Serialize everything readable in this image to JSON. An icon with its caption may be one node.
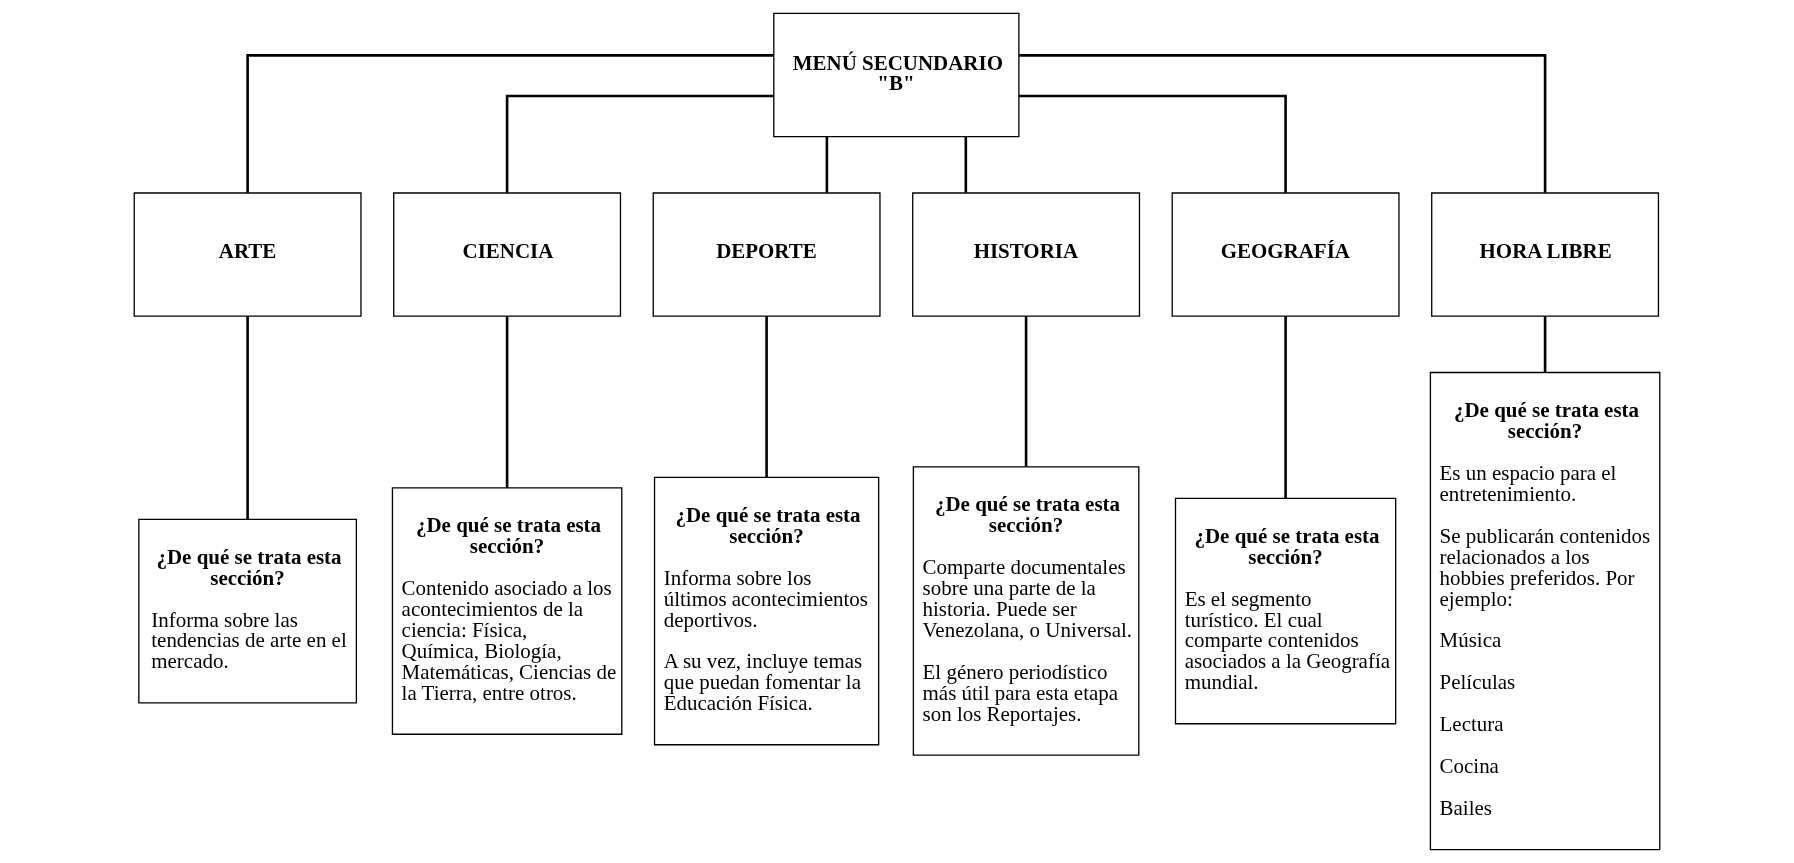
{
  "diagram": {
    "nodes": [
      {
        "text": [
          "MENÚ SECUNDARIO \"B\""
        ]
      },
      {
        "text": [
          "ARTE"
        ]
      },
      {
        "text": [
          "CIENCIA"
        ]
      },
      {
        "text": [
          "DEPORTE"
        ]
      },
      {
        "text": [
          "HISTORIA"
        ]
      },
      {
        "text": [
          "GEOGRAFÍA"
        ]
      },
      {
        "text": [
          "HORA LIBRE"
        ]
      },
      {
        "text": [
          "¿De qué se trata esta sección?",
          "Informa sobre las tendencias de arte en el mercado."
        ]
      },
      {
        "text": [
          "¿De qué se trata esta sección?",
          "Contenido asociado a los acontecimientos de la ciencia: Física, Química, Biología, Matemáticas, Ciencias de la Tierra, entre otros."
        ]
      },
      {
        "text": [
          "¿De qué se trata esta sección?",
          "Informa sobre los últimos acontecimientos deportivos.",
          "A su vez, incluye temas que puedan fomentar la Educación Física."
        ]
      },
      {
        "text": [
          "¿De qué se trata esta sección?",
          "Comparte documentales sobre una parte de la historia. Puede ser Venezolana, o Universal.",
          "El género periodístico más útil para esta etapa son los Reportajes."
        ]
      },
      {
        "text": [
          "¿De qué se trata esta sección?",
          "Es el segmento turístico. El cual comparte contenidos asociados a la Geografía mundial."
        ]
      },
      {
        "text": [
          "¿De qué se trata esta sección?",
          "Es un espacio para el entretenimiento.",
          "Se publicarán contenidos relacionados a los hobbies preferidos. Por ejemplo:",
          "Música",
          "Películas",
          "Lectura",
          "Cocina",
          "Bailes"
        ]
      }
    ],
    "edges": [
      {
        "from": 0,
        "to": 1,
        "arrow": "none"
      },
      {
        "from": 0,
        "to": 2,
        "arrow": "none"
      },
      {
        "from": 0,
        "to": 3,
        "arrow": "none"
      },
      {
        "from": 0,
        "to": 4,
        "arrow": "none"
      },
      {
        "from": 0,
        "to": 5,
        "arrow": "none"
      },
      {
        "from": 0,
        "to": 6,
        "arrow": "none"
      },
      {
        "from": 1,
        "to": 7,
        "arrow": "none"
      },
      {
        "from": 2,
        "to": 8,
        "arrow": "none"
      },
      {
        "from": 3,
        "to": 9,
        "arrow": "none"
      },
      {
        "from": 4,
        "to": 10,
        "arrow": "none"
      },
      {
        "from": 5,
        "to": 11,
        "arrow": "none"
      },
      {
        "from": 6,
        "to": 12,
        "arrow": "none"
      }
    ]
  }
}
